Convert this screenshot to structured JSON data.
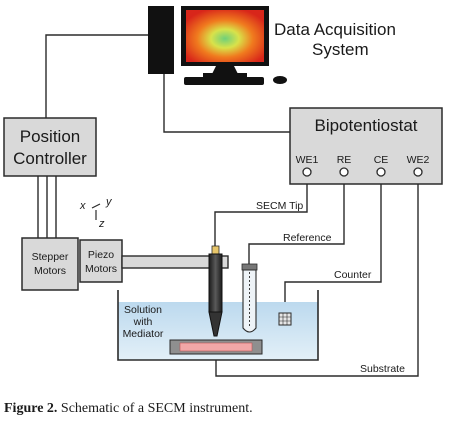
{
  "diagram": {
    "daq": {
      "line1": "Data Acquisition",
      "line2": "System"
    },
    "position_controller": {
      "line1": "Position",
      "line2": "Controller"
    },
    "bipotentiostat": {
      "title": "Bipotentiostat",
      "terminals": [
        "WE1",
        "RE",
        "CE",
        "WE2"
      ]
    },
    "stepper_motors": {
      "line1": "Stepper",
      "line2": "Motors"
    },
    "piezo_motors": {
      "line1": "Piezo",
      "line2": "Motors"
    },
    "axes": {
      "x": "x",
      "y": "y",
      "z": "z"
    },
    "wire_labels": {
      "secm_tip": "SECM Tip",
      "reference": "Reference",
      "counter": "Counter",
      "substrate": "Substrate"
    },
    "solution": {
      "line1": "Solution",
      "line2": "with",
      "line3": "Mediator"
    },
    "colors": {
      "box_fill": "#d9d9d9",
      "solution_fill": "#cfe4f2",
      "substrate_fill": "#f2a7a7",
      "monitor_heat_outer": "#e02a1a",
      "monitor_heat_inner": "#3dbf6b"
    }
  },
  "caption": {
    "label": "Figure 2.",
    "text": "Schematic of a SECM instrument."
  }
}
